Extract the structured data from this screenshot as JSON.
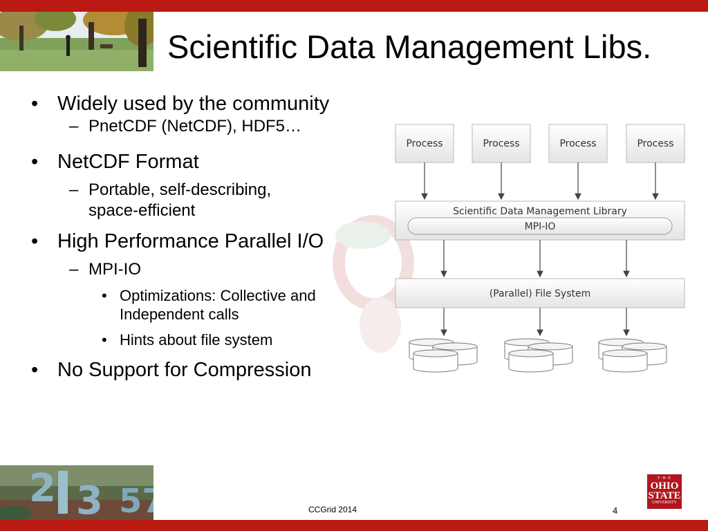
{
  "slide": {
    "title": "Scientific Data Management Libs.",
    "footer": "CCGrid 2014",
    "page_number": "4",
    "logo": {
      "top": "T·H·E",
      "line1": "OHIO",
      "line2": "STATE",
      "line3": "UNIVERSITY"
    }
  },
  "bullets": [
    {
      "text": "Widely used by the community",
      "mark": "•"
    },
    {
      "text": "PnetCDF (NetCDF), HDF5…",
      "mark": "–"
    },
    {
      "text": "NetCDF Format",
      "mark": "•"
    },
    {
      "text": "Portable, self-describing,",
      "cont": "space-efficient",
      "mark": "–"
    },
    {
      "text": "High Performance Parallel I/O",
      "mark": "•"
    },
    {
      "text": "MPI-IO",
      "mark": "–"
    },
    {
      "text": "Optimizations: Collective and",
      "cont": "Independent calls",
      "mark": "•"
    },
    {
      "text": "Hints about file system",
      "mark": "•"
    },
    {
      "text": "No Support for Compression",
      "mark": "•"
    }
  ],
  "diagram": {
    "processes": [
      "Process",
      "Process",
      "Process",
      "Process"
    ],
    "library_label": "Scientific Data Management Library",
    "mpiio_label": "MPI-IO",
    "filesystem_label": "(Parallel) File System"
  }
}
